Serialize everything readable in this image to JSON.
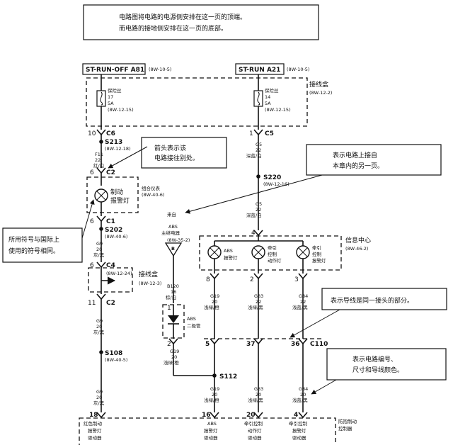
{
  "header_note": {
    "line1": "电路图将电路的电源侧安排在这一页的顶端。",
    "line2": "而电路的接地侧安排在这一页的底部。"
  },
  "power": {
    "left_label": "ST-RUN-OFF A81",
    "left_ref": "(8W-10-5)",
    "right_label": "ST-RUN A21",
    "right_ref": "(8W-10-5)"
  },
  "junction_box_top": {
    "label": "接线盒",
    "ref": "(8W-12-2)"
  },
  "fuse_left": {
    "name": "保险丝",
    "num": "17",
    "amp": "5A",
    "ref": "(8W-12-15)"
  },
  "fuse_right": {
    "name": "保险丝",
    "num": "14",
    "amp": "5A",
    "ref": "(8W-12-15)"
  },
  "left_circuit": {
    "c6_pin": "10",
    "c6": "C6",
    "s213": "S213",
    "s213_ref": "(8W-12-18)",
    "wire1_code": "F11",
    "wire1_gauge": "22",
    "wire1_color": "红/白",
    "c2_pin": "6",
    "c2": "C2",
    "cluster_label": "组合仪表",
    "cluster_ref": "(8W-40-6)",
    "lamp_line1": "制动",
    "lamp_line2": "报警灯",
    "c1_pin": "6",
    "c1": "C1",
    "s202": "S202",
    "s202_ref": "(8W-40-6)",
    "wire2_code": "G9",
    "wire2_gauge": "20",
    "wire2_color": "灰/黑",
    "c4_pin": "6",
    "c4": "C4",
    "c4_ref": "(8W-12-24)",
    "jb_label": "接线盒",
    "jb_ref": "(8W-12-3)",
    "c2b_pin": "11",
    "c2b": "C2",
    "wire3_code": "G9",
    "wire3_gauge": "20",
    "wire3_color": "灰/黑",
    "s108": "S108",
    "s108_ref": "(8W-40-5)",
    "wire4_code": "G9",
    "wire4_gauge": "20",
    "wire4_color": "灰/黑",
    "bottom_pin": "18"
  },
  "right_circuit": {
    "c5_pin": "1",
    "c5": "C5",
    "wire1_code": "G5",
    "wire1_gauge": "22",
    "wire1_color": "深蓝/白",
    "s220": "S220",
    "s220_ref": "(8W-12-16)",
    "wire2_code": "G5",
    "wire2_gauge": "22",
    "wire2_color": "深蓝/白",
    "info_pin": "4",
    "info_label": "信息中心",
    "info_ref": "(8W-46-2)",
    "lamp1_a": "ABS",
    "lamp1_b": "报警灯",
    "lamp2_a": "牵引",
    "lamp2_b": "控制",
    "lamp2_c": "动作灯",
    "lamp3_a": "牵引",
    "lamp3_b": "控制",
    "lamp3_c": "报警灯",
    "pin_a": "8",
    "pin_b": "2",
    "pin_c": "3",
    "wa_code": "G19",
    "wa_gauge": "20",
    "wa_color": "浅绿/橙",
    "wb_code": "G83",
    "wb_gauge": "22",
    "wb_color": "浅绿/黑",
    "wc_code": "G84",
    "wc_gauge": "22",
    "wc_color": "浅蓝/黑",
    "c110_a": "5",
    "c110_b": "37",
    "c110_c": "36",
    "c110": "C110",
    "ba_code": "G19",
    "ba_gauge": "20",
    "ba_color": "浅绿/橙",
    "bb_code": "G83",
    "bb_gauge": "20",
    "bb_color": "浅绿/黑",
    "bc_code": "G84",
    "bc_gauge": "20",
    "bc_color": "浅蓝/黑",
    "bot_a": "16",
    "bot_b": "20",
    "bot_c": "4"
  },
  "abs_relay": {
    "from_label": "来自",
    "name1": "ABS",
    "name2": "主继电器",
    "ref": "(8W-35-2)",
    "connector": "B",
    "wire_code": "B120",
    "wire_gauge": "16",
    "wire_color": "棕/白",
    "diode_pin_top": "1",
    "diode_name1": "ABS",
    "diode_name2": "二极管",
    "diode_pin_bot": "2",
    "wire2_code": "G19",
    "wire2_gauge": "20",
    "wire2_color": "浅绿/橙",
    "s112": "S112"
  },
  "abs_module": {
    "label1": "防抱制动",
    "label2": "控制器"
  },
  "bottom_labels": {
    "left1": "红色制动",
    "left2": "报警灯",
    "left3": "驱动器",
    "a1": "ABS",
    "a2": "报警灯",
    "a3": "驱动器",
    "b1": "牵引控制",
    "b2": "动作灯",
    "b3": "驱动器",
    "c1": "牵引控制",
    "c2": "报警灯",
    "c3": "驱动器"
  },
  "callouts": {
    "arrow_note1": "箭头表示该",
    "arrow_note2": "电路接往别处。",
    "page_note1": "表示电路上接自",
    "page_note2": "本章内的另一页。",
    "symbol_note1": "所用符号与国际上",
    "symbol_note2": "使用的符号相同。",
    "splice_note": "表示导线是同一接头的部分。",
    "code_note1": "表示电路编号、",
    "code_note2": "尺寸和导线颜色。"
  }
}
